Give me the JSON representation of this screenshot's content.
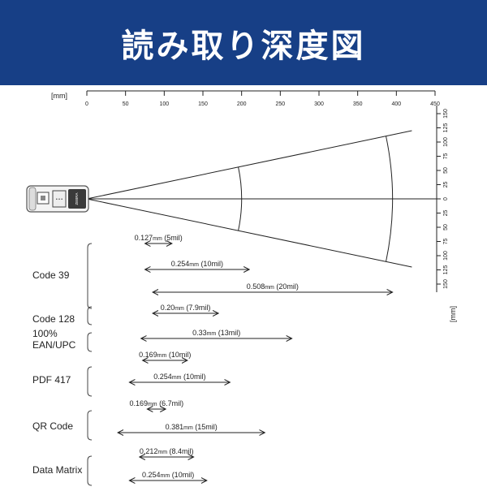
{
  "header": {
    "title": "読み取り深度図"
  },
  "top_axis": {
    "unit": "[mm]",
    "ticks": [
      "0",
      "50",
      "100",
      "150",
      "200",
      "250",
      "300",
      "350",
      "400",
      "450"
    ]
  },
  "right_axis": {
    "unit": "[mm]",
    "ticks": [
      "150",
      "125",
      "100",
      "75",
      "50",
      "25",
      "0",
      "25",
      "50",
      "75",
      "100",
      "125",
      "150"
    ]
  },
  "scanner": {
    "brand": "ZEBRA"
  },
  "chart_data": {
    "type": "range",
    "x_unit": "mm",
    "xlim": [
      0,
      450
    ],
    "ylim": [
      -150,
      150
    ],
    "field_of_view": {
      "apex": [
        0,
        0
      ],
      "upper_end": [
        420,
        120
      ],
      "lower_end": [
        420,
        -120
      ],
      "arcs_mm": [
        200,
        395
      ]
    },
    "groups": [
      {
        "name": "Code 39",
        "bars": [
          {
            "label": "0.127",
            "unit": "mm",
            "detail": "(5mil)",
            "min": 75,
            "max": 110
          },
          {
            "label": "0.254",
            "unit": "mm",
            "detail": "(10mil)",
            "min": 75,
            "max": 210
          },
          {
            "label": "0.508",
            "unit": "mm",
            "detail": "(20mil)",
            "min": 85,
            "max": 395
          }
        ]
      },
      {
        "name": "Code 128",
        "bars": [
          {
            "label": "0.20",
            "unit": "mm",
            "detail": "(7.9mil)",
            "min": 85,
            "max": 170
          }
        ]
      },
      {
        "name": "100%\nEAN/UPC",
        "bars": [
          {
            "label": "0.33",
            "unit": "mm",
            "detail": "(13mil)",
            "min": 70,
            "max": 265
          },
          {
            "label": "0.169",
            "unit": "mm",
            "detail": "(10mil)",
            "min": 72,
            "max": 130
          }
        ]
      },
      {
        "name": "PDF 417",
        "bars": [
          {
            "label": "0.254",
            "unit": "mm",
            "detail": "(10mil)",
            "min": 55,
            "max": 185
          }
        ]
      },
      {
        "name": "QR Code",
        "bars": [
          {
            "label": "0.169",
            "unit": "mm",
            "detail": "(6.7mil)",
            "min": 78,
            "max": 102
          },
          {
            "label": "0.381",
            "unit": "mm",
            "detail": "(15mil)",
            "min": 40,
            "max": 230
          }
        ]
      },
      {
        "name": "Data Matrix",
        "bars": [
          {
            "label": "0.212",
            "unit": "mm",
            "detail": "(8.4mil)",
            "min": 68,
            "max": 138
          },
          {
            "label": "0.254",
            "unit": "mm",
            "detail": "(10mil)",
            "min": 55,
            "max": 155
          }
        ]
      }
    ]
  }
}
